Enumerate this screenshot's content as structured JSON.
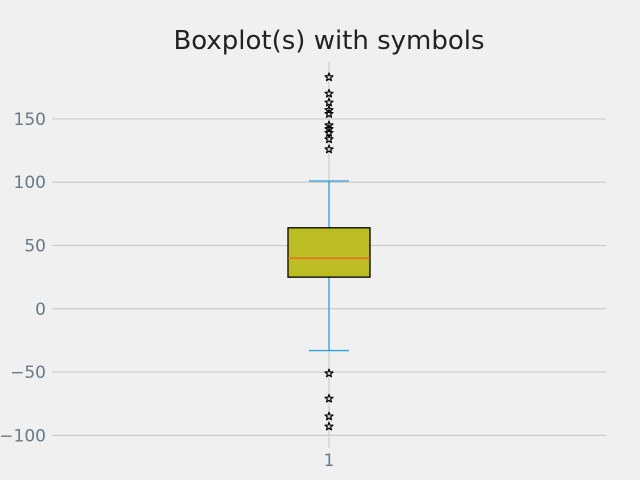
{
  "chart_data": {
    "type": "box",
    "title": "Boxplot(s) with symbols",
    "xlabel": "",
    "ylabel": "",
    "categories": [
      "1"
    ],
    "boxes": [
      {
        "category": "1",
        "whisker_low": -33,
        "q1": 25,
        "median": 40,
        "q3": 64,
        "whisker_high": 101,
        "outliers_high": [
          126,
          134,
          139,
          142,
          145,
          154,
          157,
          163,
          170,
          183
        ],
        "outliers_low": [
          -51,
          -71,
          -85,
          -93
        ]
      }
    ],
    "ylim": [
      -110,
      195
    ],
    "yticks": [
      -100,
      -50,
      0,
      50,
      100,
      150
    ],
    "grid": true,
    "outlier_marker": "star",
    "colors": {
      "background": "#f0f0f0",
      "grid": "#cbcbcb",
      "box_fill": "#bcbd22",
      "box_edge": "#000000",
      "median": "#fc4f30",
      "whisker": "#30a2da",
      "tick_label": "#677a89",
      "title": "#222222"
    }
  }
}
